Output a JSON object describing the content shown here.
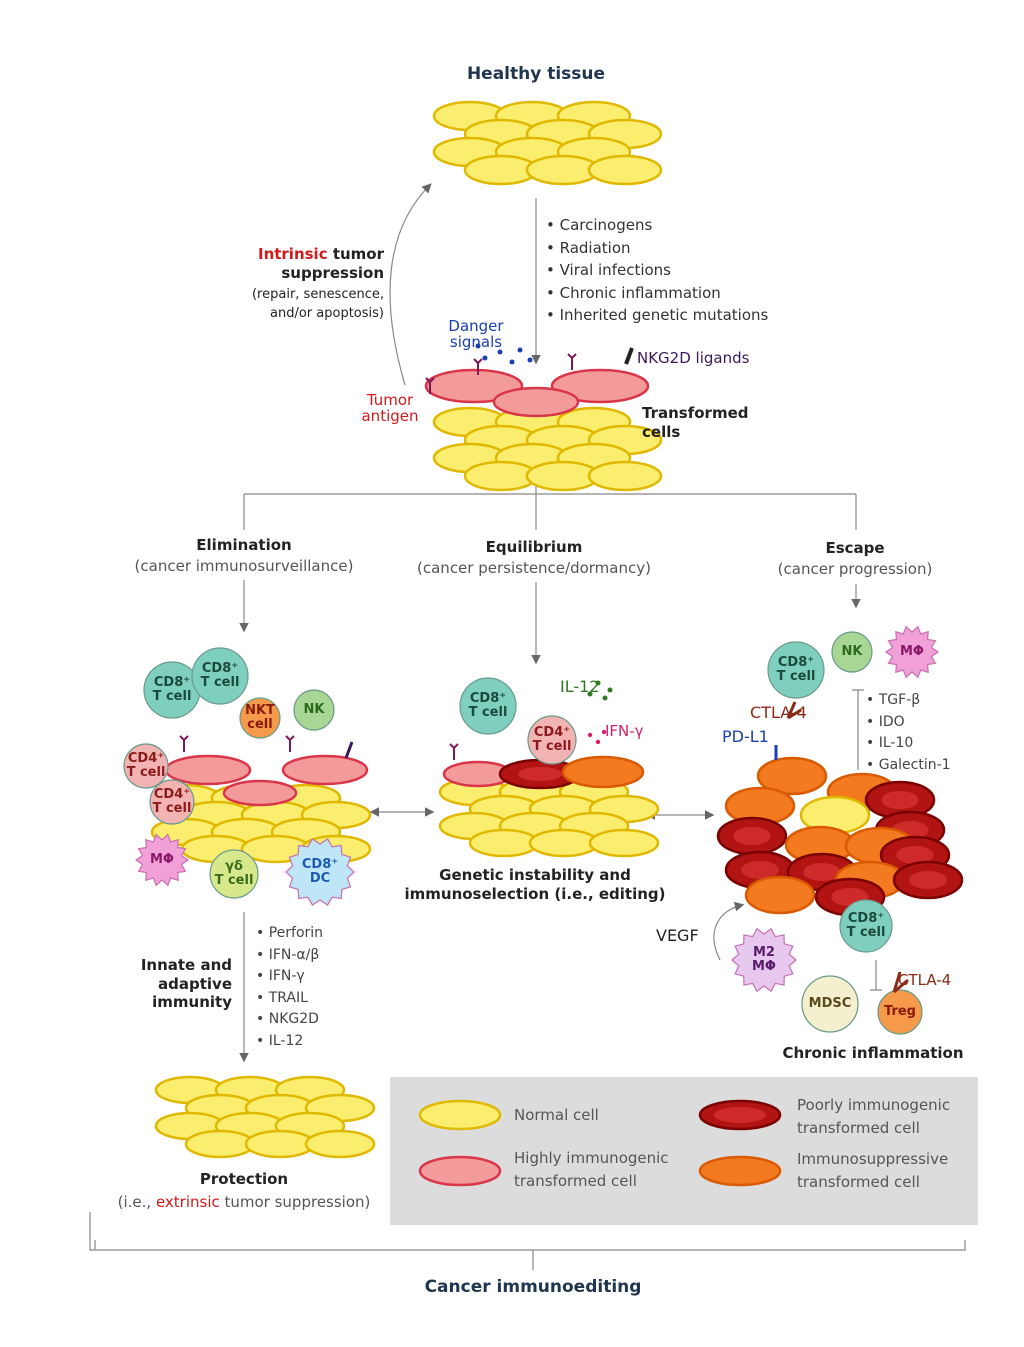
{
  "title": "Healthy tissue",
  "causes": [
    "Carcinogens",
    "Radiation",
    "Viral infections",
    "Chronic inflammation",
    "Inherited genetic mutations"
  ],
  "intrinsic": {
    "word": "Intrinsic",
    "rest": " tumor",
    "line2": "suppression",
    "line3": "(repair, senescence,",
    "line4": "and/or apoptosis)"
  },
  "danger_signals": {
    "line1": "Danger",
    "line2": "signals"
  },
  "nkg2d_ligands": "NKG2D ligands",
  "tumor_antigen": {
    "line1": "Tumor",
    "line2": "antigen"
  },
  "transformed_cells": {
    "line1": "Transformed",
    "line2": "cells"
  },
  "phases": {
    "elimination": {
      "title": "Elimination",
      "subtitle": "(cancer immunosurveillance)"
    },
    "equilibrium": {
      "title": "Equilibrium",
      "subtitle": "(cancer persistence/dormancy)"
    },
    "escape": {
      "title": "Escape",
      "subtitle": "(cancer progression)"
    }
  },
  "cells": {
    "cd8_t_cell": "CD8⁺\nT cell",
    "cd4_t_cell": "CD4⁺\nT cell",
    "nkt_cell": "NKT\ncell",
    "nk": "NK",
    "macrophage": "MΦ",
    "gd_t_cell": "γδ\nT cell",
    "cd8_dc": "CD8⁺\nDC",
    "m2_macrophage": "M2\nMΦ",
    "mdsc": "MDSC",
    "treg": "Treg"
  },
  "equilibrium_labels": {
    "il12": "IL-12",
    "ifng": "IFN-γ"
  },
  "escape_labels": {
    "ctla4": "CTLA-4",
    "pdl1": "PD-L1",
    "vegf": "VEGF"
  },
  "suppressive_factors": [
    "TGF-β",
    "IDO",
    "IL-10",
    "Galectin-1"
  ],
  "immunity": {
    "line1": "Innate and",
    "line2": "adaptive",
    "line3": "immunity"
  },
  "effectors": [
    "Perforin",
    "IFN-α/β",
    "IFN-γ",
    "TRAIL",
    "NKG2D",
    "IL-12"
  ],
  "editing_caption": {
    "line1": "Genetic instability and",
    "line2": "immunoselection (i.e., editing)"
  },
  "chronic_inflammation": "Chronic inflammation",
  "protection": {
    "title": "Protection",
    "pre": "(i.e., ",
    "word": "extrinsic",
    "post": " tumor suppression)"
  },
  "legend": {
    "normal": "Normal cell",
    "highly": {
      "line1": "Highly immunogenic",
      "line2": "transformed cell"
    },
    "poorly": {
      "line1": "Poorly immunogenic",
      "line2": "transformed cell"
    },
    "immunosuppressive": {
      "line1": "Immunosuppressive",
      "line2": "transformed cell"
    }
  },
  "footer": "Cancer immunoediting",
  "colors": {
    "normal_fill": "#fbee6e",
    "normal_stroke": "#e0b800",
    "highly_fill": "#f39a9a",
    "highly_stroke": "#d9364a",
    "poorly_fill": "#b21414",
    "poorly_stroke": "#7a0000",
    "immunosuppressive_fill": "#f47a1f",
    "immunosuppressive_stroke": "#d95a00",
    "cd8_fill": "#7fcfbf",
    "cd4_fill": "#f2b3b3",
    "nk_fill": "#a8d694",
    "nkt_fill": "#f49a4a",
    "macrophage_fill": "#f2a0d8",
    "gd_fill": "#d6e88a",
    "dc_fill": "#bfe6f7",
    "mdsc_fill": "#f3efcf",
    "treg_fill": "#f49a4a",
    "accent_red": "#d11a1a",
    "navy": "#1f3550",
    "legend_bg": "#dcdcdc"
  }
}
